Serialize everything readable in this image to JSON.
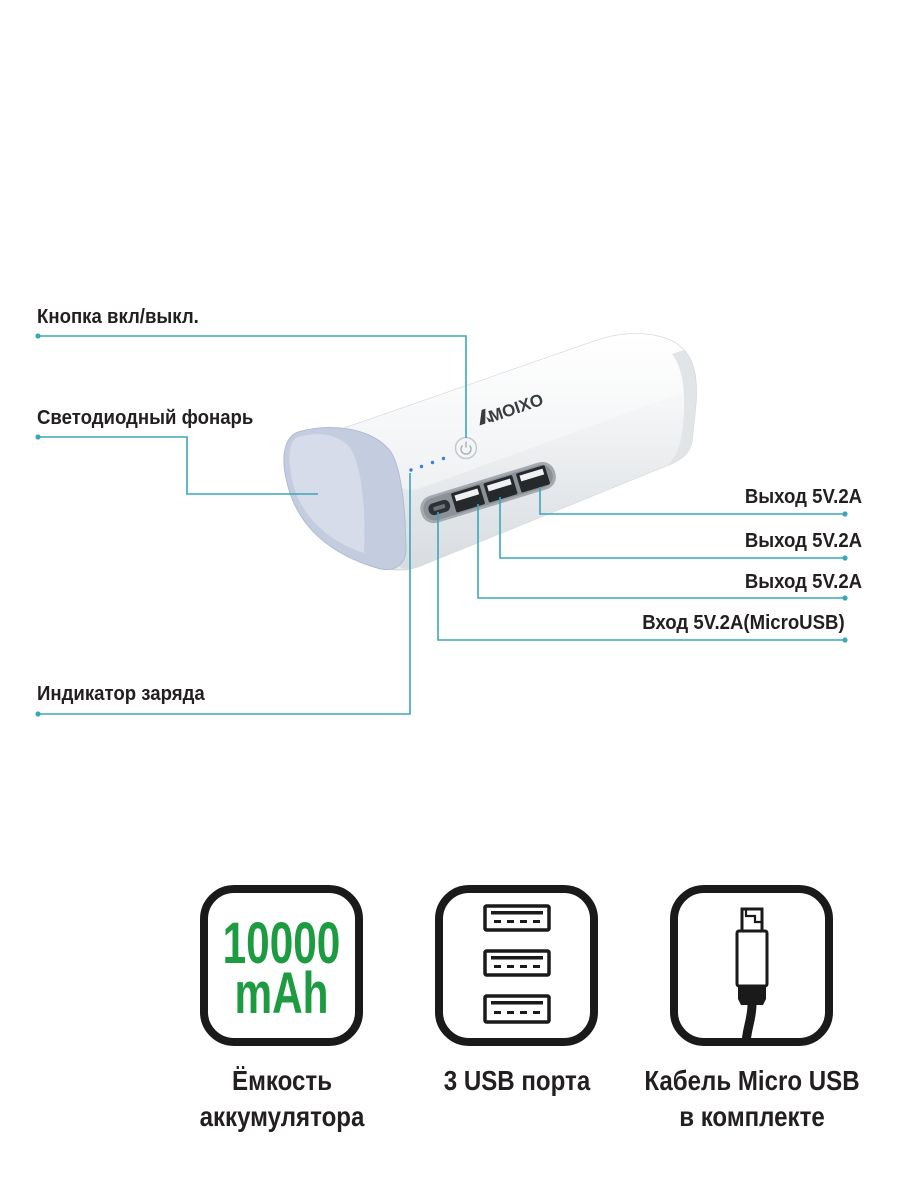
{
  "logo": "MOIXO",
  "callouts": {
    "power_button": "Кнопка вкл/выкл.",
    "led_flashlight": "Светодиодный фонарь",
    "charge_indicator": "Индикатор заряда",
    "output_1": "Выход 5V.2A",
    "output_2": "Выход 5V.2A",
    "output_3": "Выход 5V.2A",
    "input": "Вход 5V.2A(MicroUSB)"
  },
  "features": [
    {
      "icon": "battery-capacity-badge",
      "badge_lines": [
        "10000",
        "mAh"
      ],
      "caption_lines": [
        "Ёмкость",
        "аккумулятора"
      ]
    },
    {
      "icon": "usb-ports-icon",
      "caption_lines": [
        "3 USB порта"
      ]
    },
    {
      "icon": "micro-usb-cable-icon",
      "caption_lines": [
        "Кабель Micro USB",
        "в комплекте"
      ]
    }
  ],
  "colors": {
    "callout_line": "#3aa7b9",
    "label_text": "#231f20",
    "capacity_green": "#1d9b40",
    "icon_stroke": "#1a1a1a",
    "flashlight_cap": "#c4cce0",
    "indicator_led": "#3d7fe0"
  }
}
